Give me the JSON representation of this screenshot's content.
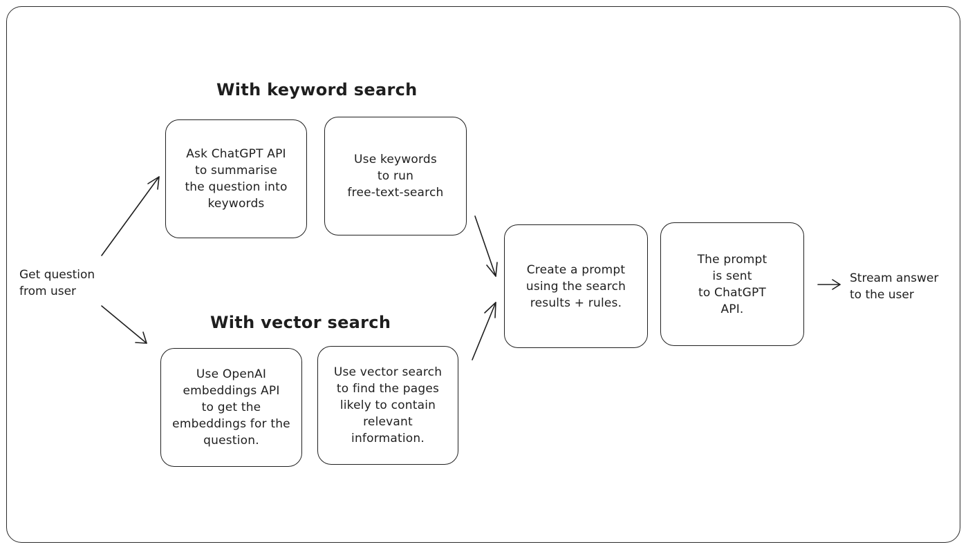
{
  "diagram": {
    "headings": {
      "keyword": "With keyword search",
      "vector": "With vector search"
    },
    "start": {
      "label": "Get question\nfrom user"
    },
    "keyword_steps": [
      {
        "text": "Ask ChatGPT API\nto summarise\nthe question into\nkeywords"
      },
      {
        "text": "Use keywords\nto run\nfree-text-search"
      }
    ],
    "vector_steps": [
      {
        "text": "Use OpenAI\nembeddings API\nto get the\nembeddings for the\nquestion."
      },
      {
        "text": "Use vector search\nto find the pages\nlikely to contain\nrelevant\ninformation."
      }
    ],
    "merge_steps": [
      {
        "text": "Create a prompt\nusing the search\nresults + rules."
      },
      {
        "text": "The prompt\nis sent\nto ChatGPT\nAPI."
      }
    ],
    "end": {
      "label": "Stream answer\nto the user"
    }
  }
}
